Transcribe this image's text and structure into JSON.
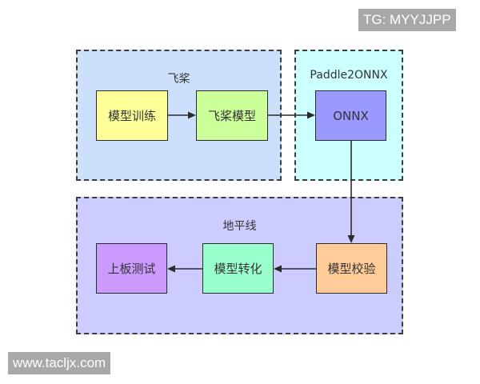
{
  "watermarks": {
    "top_right": "TG: MYYJJPP",
    "bottom_left": "www.taclјx.com"
  },
  "groups": [
    {
      "id": "paddle",
      "title": "飞桨",
      "color": "#cce0fc"
    },
    {
      "id": "paddle2onnx",
      "title": "Paddle2ONNX",
      "color": "#ccffff"
    },
    {
      "id": "horizon",
      "title": "地平线",
      "color": "#ccccff"
    }
  ],
  "nodes": [
    {
      "id": "train",
      "label": "模型训练",
      "color": "#ffff99"
    },
    {
      "id": "paddle_model",
      "label": "飞桨模型",
      "color": "#ccff99"
    },
    {
      "id": "onnx",
      "label": "ONNX",
      "color": "#9999ff"
    },
    {
      "id": "verify",
      "label": "模型校验",
      "color": "#ffcc99"
    },
    {
      "id": "convert",
      "label": "模型转化",
      "color": "#99ffcc"
    },
    {
      "id": "board_test",
      "label": "上板测试",
      "color": "#cc99ff"
    }
  ],
  "edges": [
    {
      "from": "模型训练",
      "to": "飞桨模型"
    },
    {
      "from": "飞桨模型",
      "to": "ONNX"
    },
    {
      "from": "ONNX",
      "to": "模型校验"
    },
    {
      "from": "模型校验",
      "to": "模型转化"
    },
    {
      "from": "模型转化",
      "to": "上板测试"
    }
  ]
}
